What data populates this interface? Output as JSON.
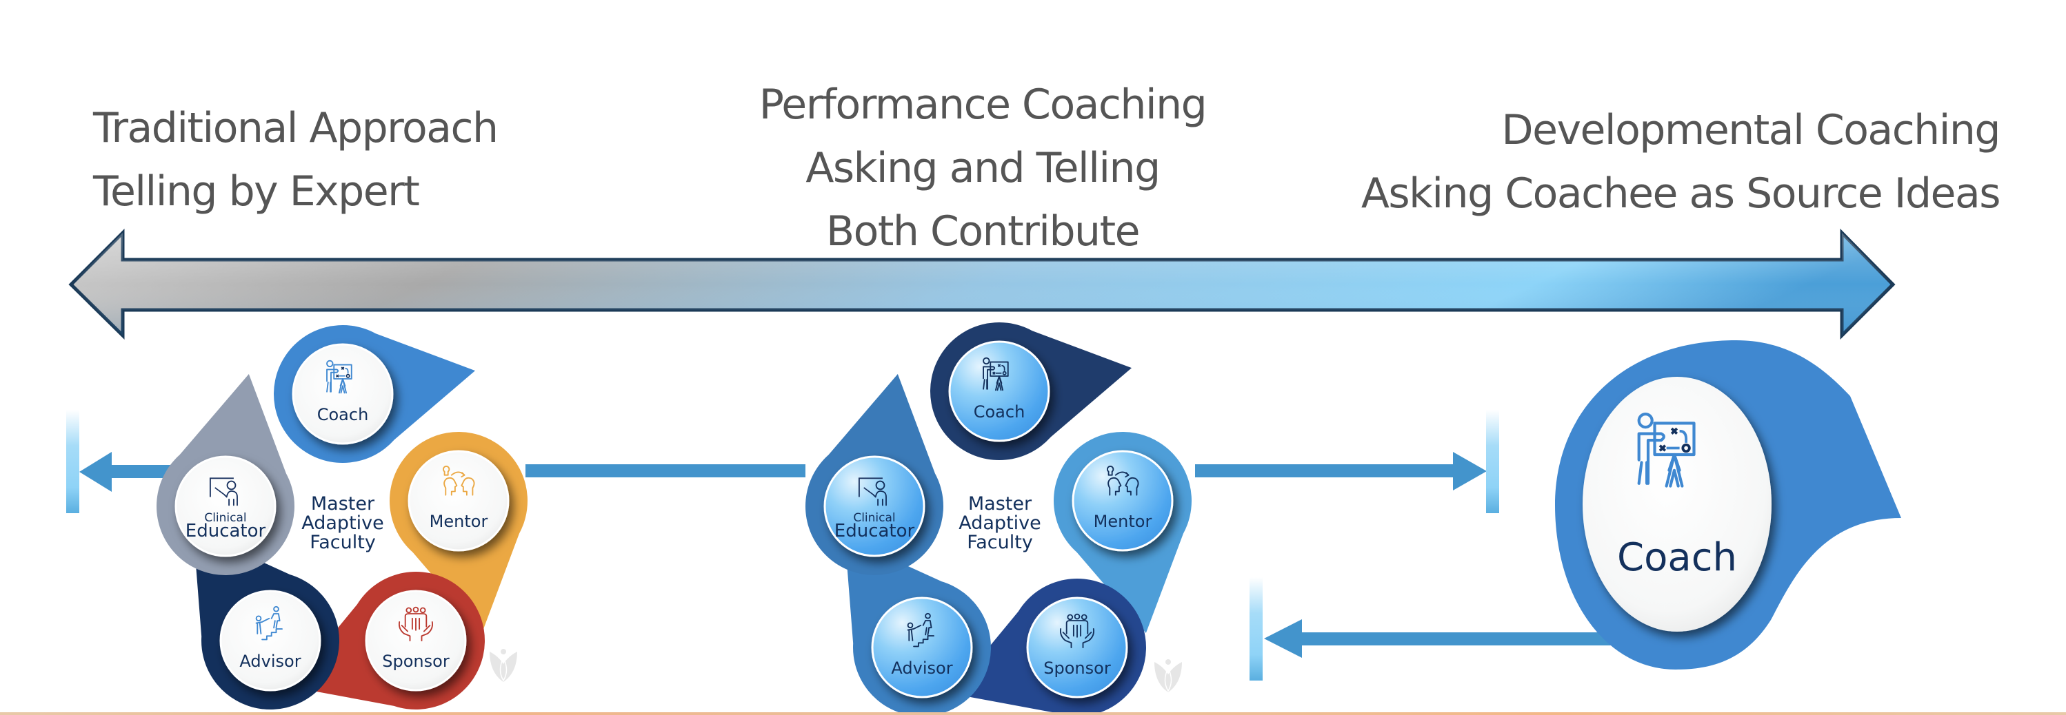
{
  "headings": {
    "left": [
      "Traditional Approach",
      "Telling by Expert"
    ],
    "center": [
      "Performance Coaching",
      "Asking and Telling",
      "Both Contribute"
    ],
    "right": [
      "Developmental Coaching",
      "Asking Coachee as Source Ideas"
    ]
  },
  "spectrum_arrow": {
    "direction": "bidirectional",
    "gradient_colors": [
      "#c9c9c9",
      "#a5a5a5",
      "#8fd3f7",
      "#4da0d8"
    ],
    "outline_color": "#1b3a57"
  },
  "models": [
    {
      "id": "traditional",
      "center_label": [
        "Master",
        "Adaptive",
        "Faculty"
      ],
      "style": "multicolor",
      "roles": [
        {
          "key": "coach",
          "label": [
            "Coach"
          ],
          "icon": "coach-whiteboard-icon",
          "ring_color": "#3f88d1",
          "icon_color": "#3f88d1"
        },
        {
          "key": "mentor",
          "label": [
            "Mentor"
          ],
          "icon": "mentor-heads-icon",
          "ring_color": "#eba843",
          "icon_color": "#eba843"
        },
        {
          "key": "sponsor",
          "label": [
            "Sponsor"
          ],
          "icon": "sponsor-hands-icon",
          "ring_color": "#bb3a30",
          "icon_color": "#bb3a30"
        },
        {
          "key": "advisor",
          "label": [
            "Advisor"
          ],
          "icon": "advisor-stairs-icon",
          "ring_color": "#13305c",
          "icon_color": "#3f88d1"
        },
        {
          "key": "clinical-educator",
          "label": [
            "Clinical",
            "Educator"
          ],
          "icon": "clinical-educator-icon",
          "ring_color": "#929db0",
          "icon_color": "#1c3461"
        }
      ]
    },
    {
      "id": "performance",
      "center_label": [
        "Master",
        "Adaptive",
        "Faculty"
      ],
      "style": "blue",
      "roles": [
        {
          "key": "coach",
          "label": [
            "Coach"
          ],
          "icon": "coach-whiteboard-icon",
          "ring_color": "#1f3c6c",
          "icon_color": "#13305c"
        },
        {
          "key": "mentor",
          "label": [
            "Mentor"
          ],
          "icon": "mentor-heads-icon",
          "ring_color": "#4e9ed8",
          "icon_color": "#13305c"
        },
        {
          "key": "sponsor",
          "label": [
            "Sponsor"
          ],
          "icon": "sponsor-hands-icon",
          "ring_color": "#24478f",
          "icon_color": "#13305c"
        },
        {
          "key": "advisor",
          "label": [
            "Advisor"
          ],
          "icon": "advisor-stairs-icon",
          "ring_color": "#3b7fc0",
          "icon_color": "#13305c"
        },
        {
          "key": "clinical-educator",
          "label": [
            "Clinical",
            "Educator"
          ],
          "icon": "clinical-educator-icon",
          "ring_color": "#3a7ab8",
          "icon_color": "#13305c"
        }
      ]
    }
  ],
  "developmental": {
    "label": "Coach",
    "icon": "coach-whiteboard-icon",
    "bubble_color": "#4088d0",
    "label_color": "#13305c"
  },
  "connectors": {
    "color": "#4394cc",
    "bar_gradient": [
      "#ffffff",
      "#8fd3f7",
      "#5aafe0"
    ]
  },
  "watermark": "tulip-logo-icon"
}
